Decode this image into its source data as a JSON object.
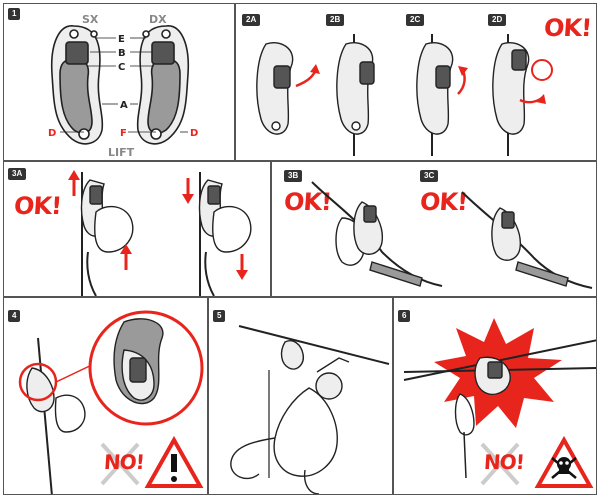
{
  "panels": {
    "p1": {
      "number": "1",
      "sx": "SX",
      "dx": "DX",
      "lift": "LIFT",
      "labels": {
        "e": "E",
        "b": "B",
        "c": "C",
        "a": "A",
        "d_left": "D",
        "f": "F",
        "d_right": "D"
      }
    },
    "p2a": {
      "number": "2A"
    },
    "p2b": {
      "number": "2B"
    },
    "p2c": {
      "number": "2C"
    },
    "p2d": {
      "number": "2D",
      "ok": "OK!"
    },
    "p3a": {
      "number": "3A",
      "ok": "OK!"
    },
    "p3b": {
      "number": "3B",
      "ok": "OK!"
    },
    "p3c": {
      "number": "3C",
      "ok": "OK!"
    },
    "p4": {
      "number": "4",
      "no": "NO!"
    },
    "p5": {
      "number": "5"
    },
    "p6": {
      "number": "6",
      "no": "NO!"
    }
  },
  "colors": {
    "accent": "#e8251d",
    "line": "#222222",
    "gray": "#9a9a9a",
    "frame": "#555555"
  }
}
